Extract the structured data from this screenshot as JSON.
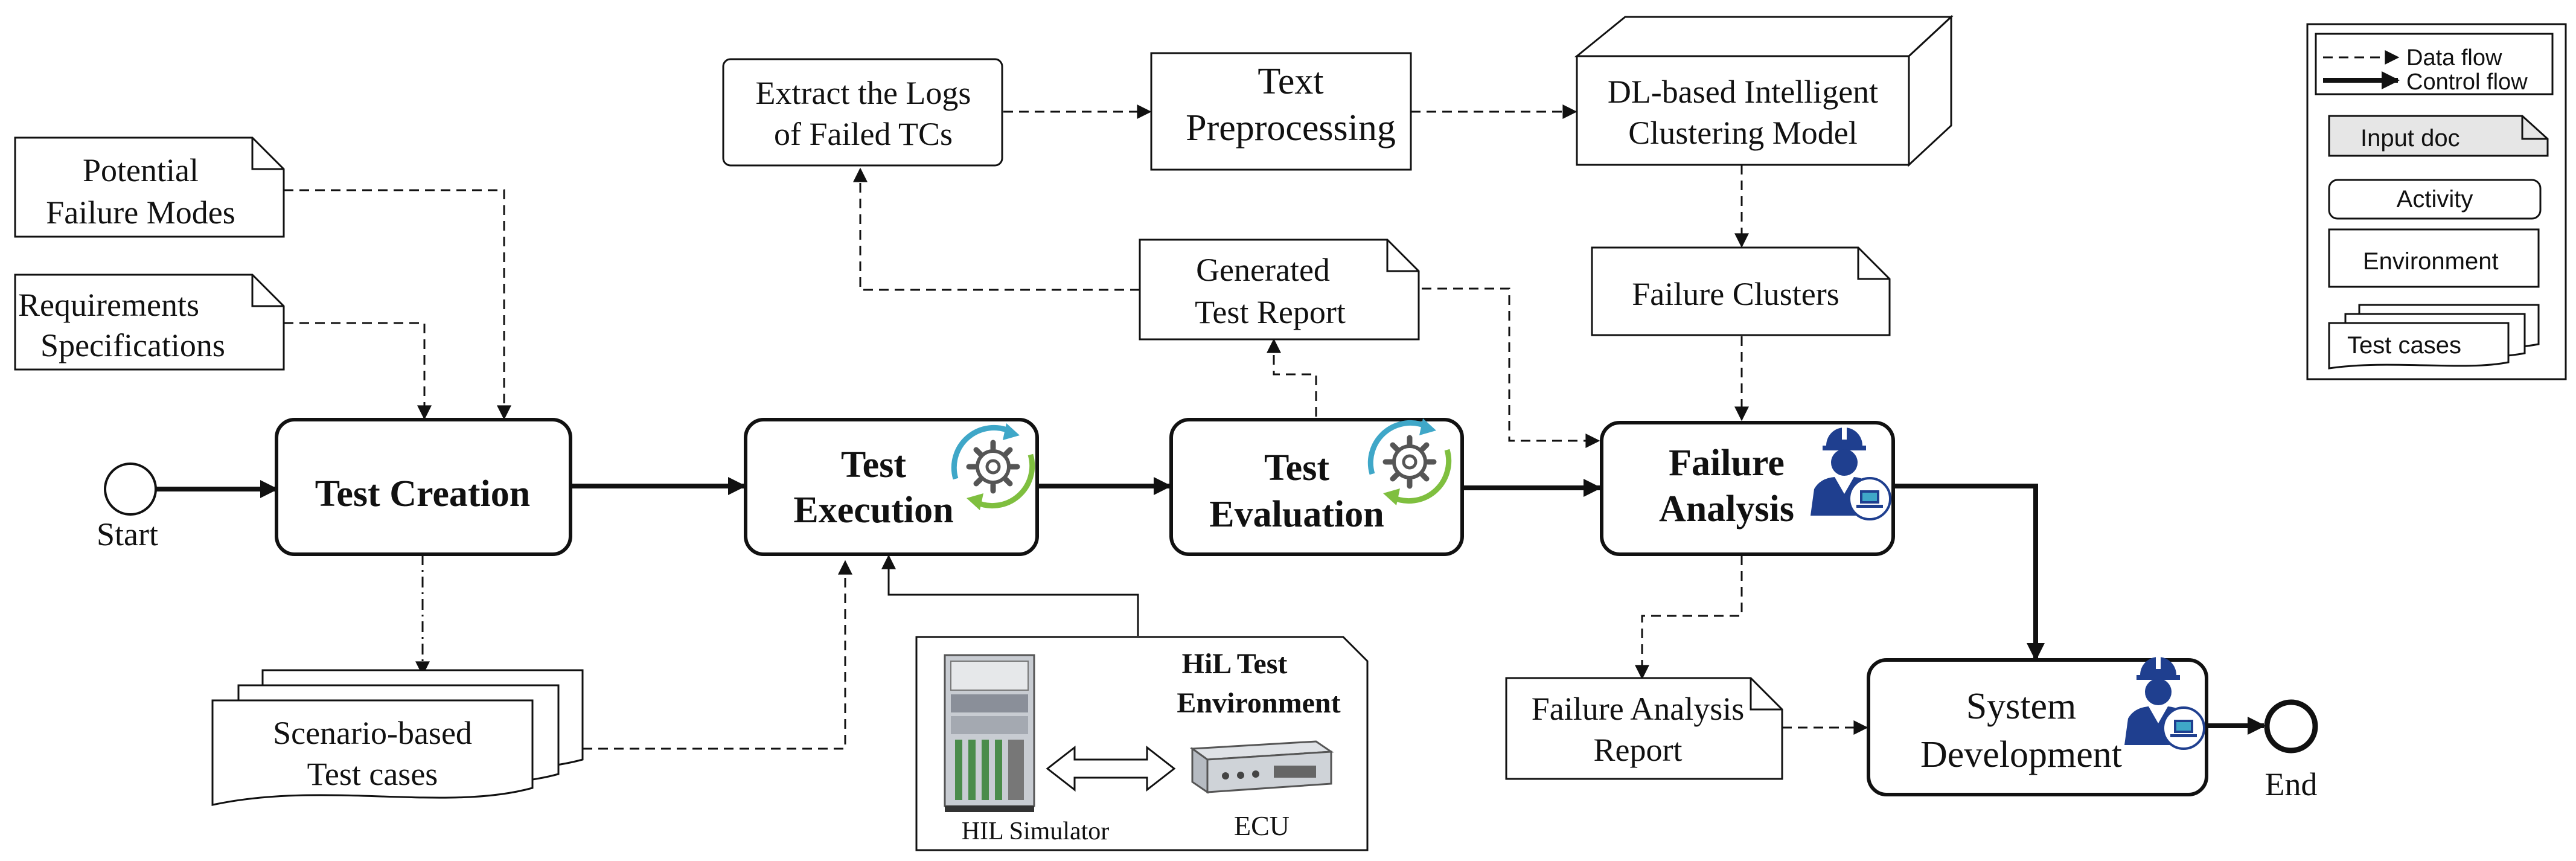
{
  "start": {
    "label": "Start"
  },
  "end": {
    "label": "End"
  },
  "docs": {
    "potential_failure_modes": {
      "line1": "Potential",
      "line2": "Failure Modes"
    },
    "requirements_specifications": {
      "line1": "Requirements",
      "line2": "Specifications"
    },
    "generated_test_report": {
      "line1": "Generated",
      "line2": "Test Report"
    },
    "failure_clusters": {
      "line1": "Failure Clusters"
    },
    "failure_analysis_report": {
      "line1": "Failure Analysis",
      "line2": "Report"
    }
  },
  "activities": {
    "test_creation": {
      "label": "Test Creation"
    },
    "test_execution": {
      "line1": "Test",
      "line2": "Execution"
    },
    "test_evaluation": {
      "line1": "Test",
      "line2": "Evaluation"
    },
    "failure_analysis": {
      "line1": "Failure",
      "line2": "Analysis"
    },
    "system_development": {
      "line1": "System",
      "line2": "Development"
    },
    "extract_logs": {
      "line1": "Extract the Logs",
      "line2": "of Failed TCs"
    },
    "text_preprocessing": {
      "line1": "Text",
      "line2": "Preprocessing"
    }
  },
  "model": {
    "line1": "DL-based Intelligent",
    "line2": "Clustering Model"
  },
  "test_cases_stack": {
    "line1": "Scenario-based",
    "line2": "Test cases"
  },
  "hil_environment": {
    "title_line1": "HiL Test",
    "title_line2": "Environment",
    "simulator_label": "HIL Simulator",
    "ecu_label": "ECU"
  },
  "legend": {
    "data_flow": "Data flow",
    "control_flow": "Control flow",
    "input_doc": "Input doc",
    "activity": "Activity",
    "environment": "Environment",
    "test_cases": "Test cases"
  },
  "icons": {
    "gear": "gear-cycle-icon",
    "engineer": "engineer-with-laptop-icon",
    "accent_blue": "#1f3f8f",
    "accent_teal": "#3fa7c8",
    "accent_green": "#7fbf3f"
  }
}
